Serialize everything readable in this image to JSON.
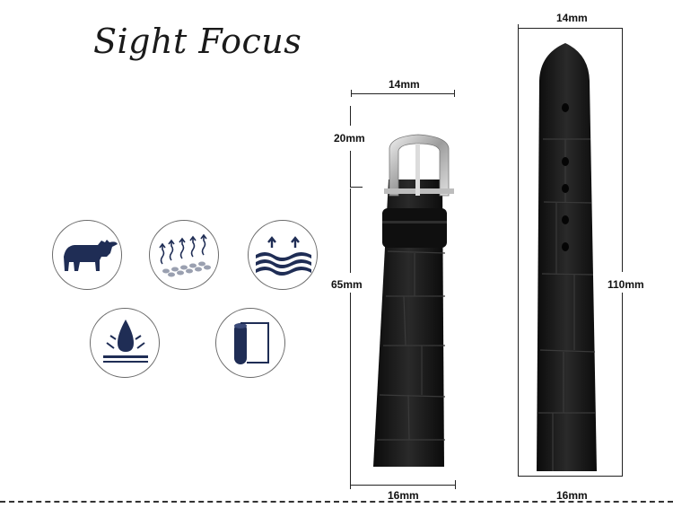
{
  "brand": {
    "name": "Sight Focus"
  },
  "features": [
    {
      "icon": "cow-icon"
    },
    {
      "icon": "breathable-leather-icon"
    },
    {
      "icon": "water-wave-icon"
    },
    {
      "icon": "water-drop-resistant-icon"
    },
    {
      "icon": "leather-roll-icon"
    }
  ],
  "dimensions": {
    "short_top_width": "14mm",
    "short_lug": "20mm",
    "short_length": "65mm",
    "short_bottom_width": "16mm",
    "long_top_width": "14mm",
    "long_length": "110mm",
    "long_bottom_width": "16mm"
  },
  "colors": {
    "icon_fill": "#1f2d55",
    "strap": "#141414"
  }
}
